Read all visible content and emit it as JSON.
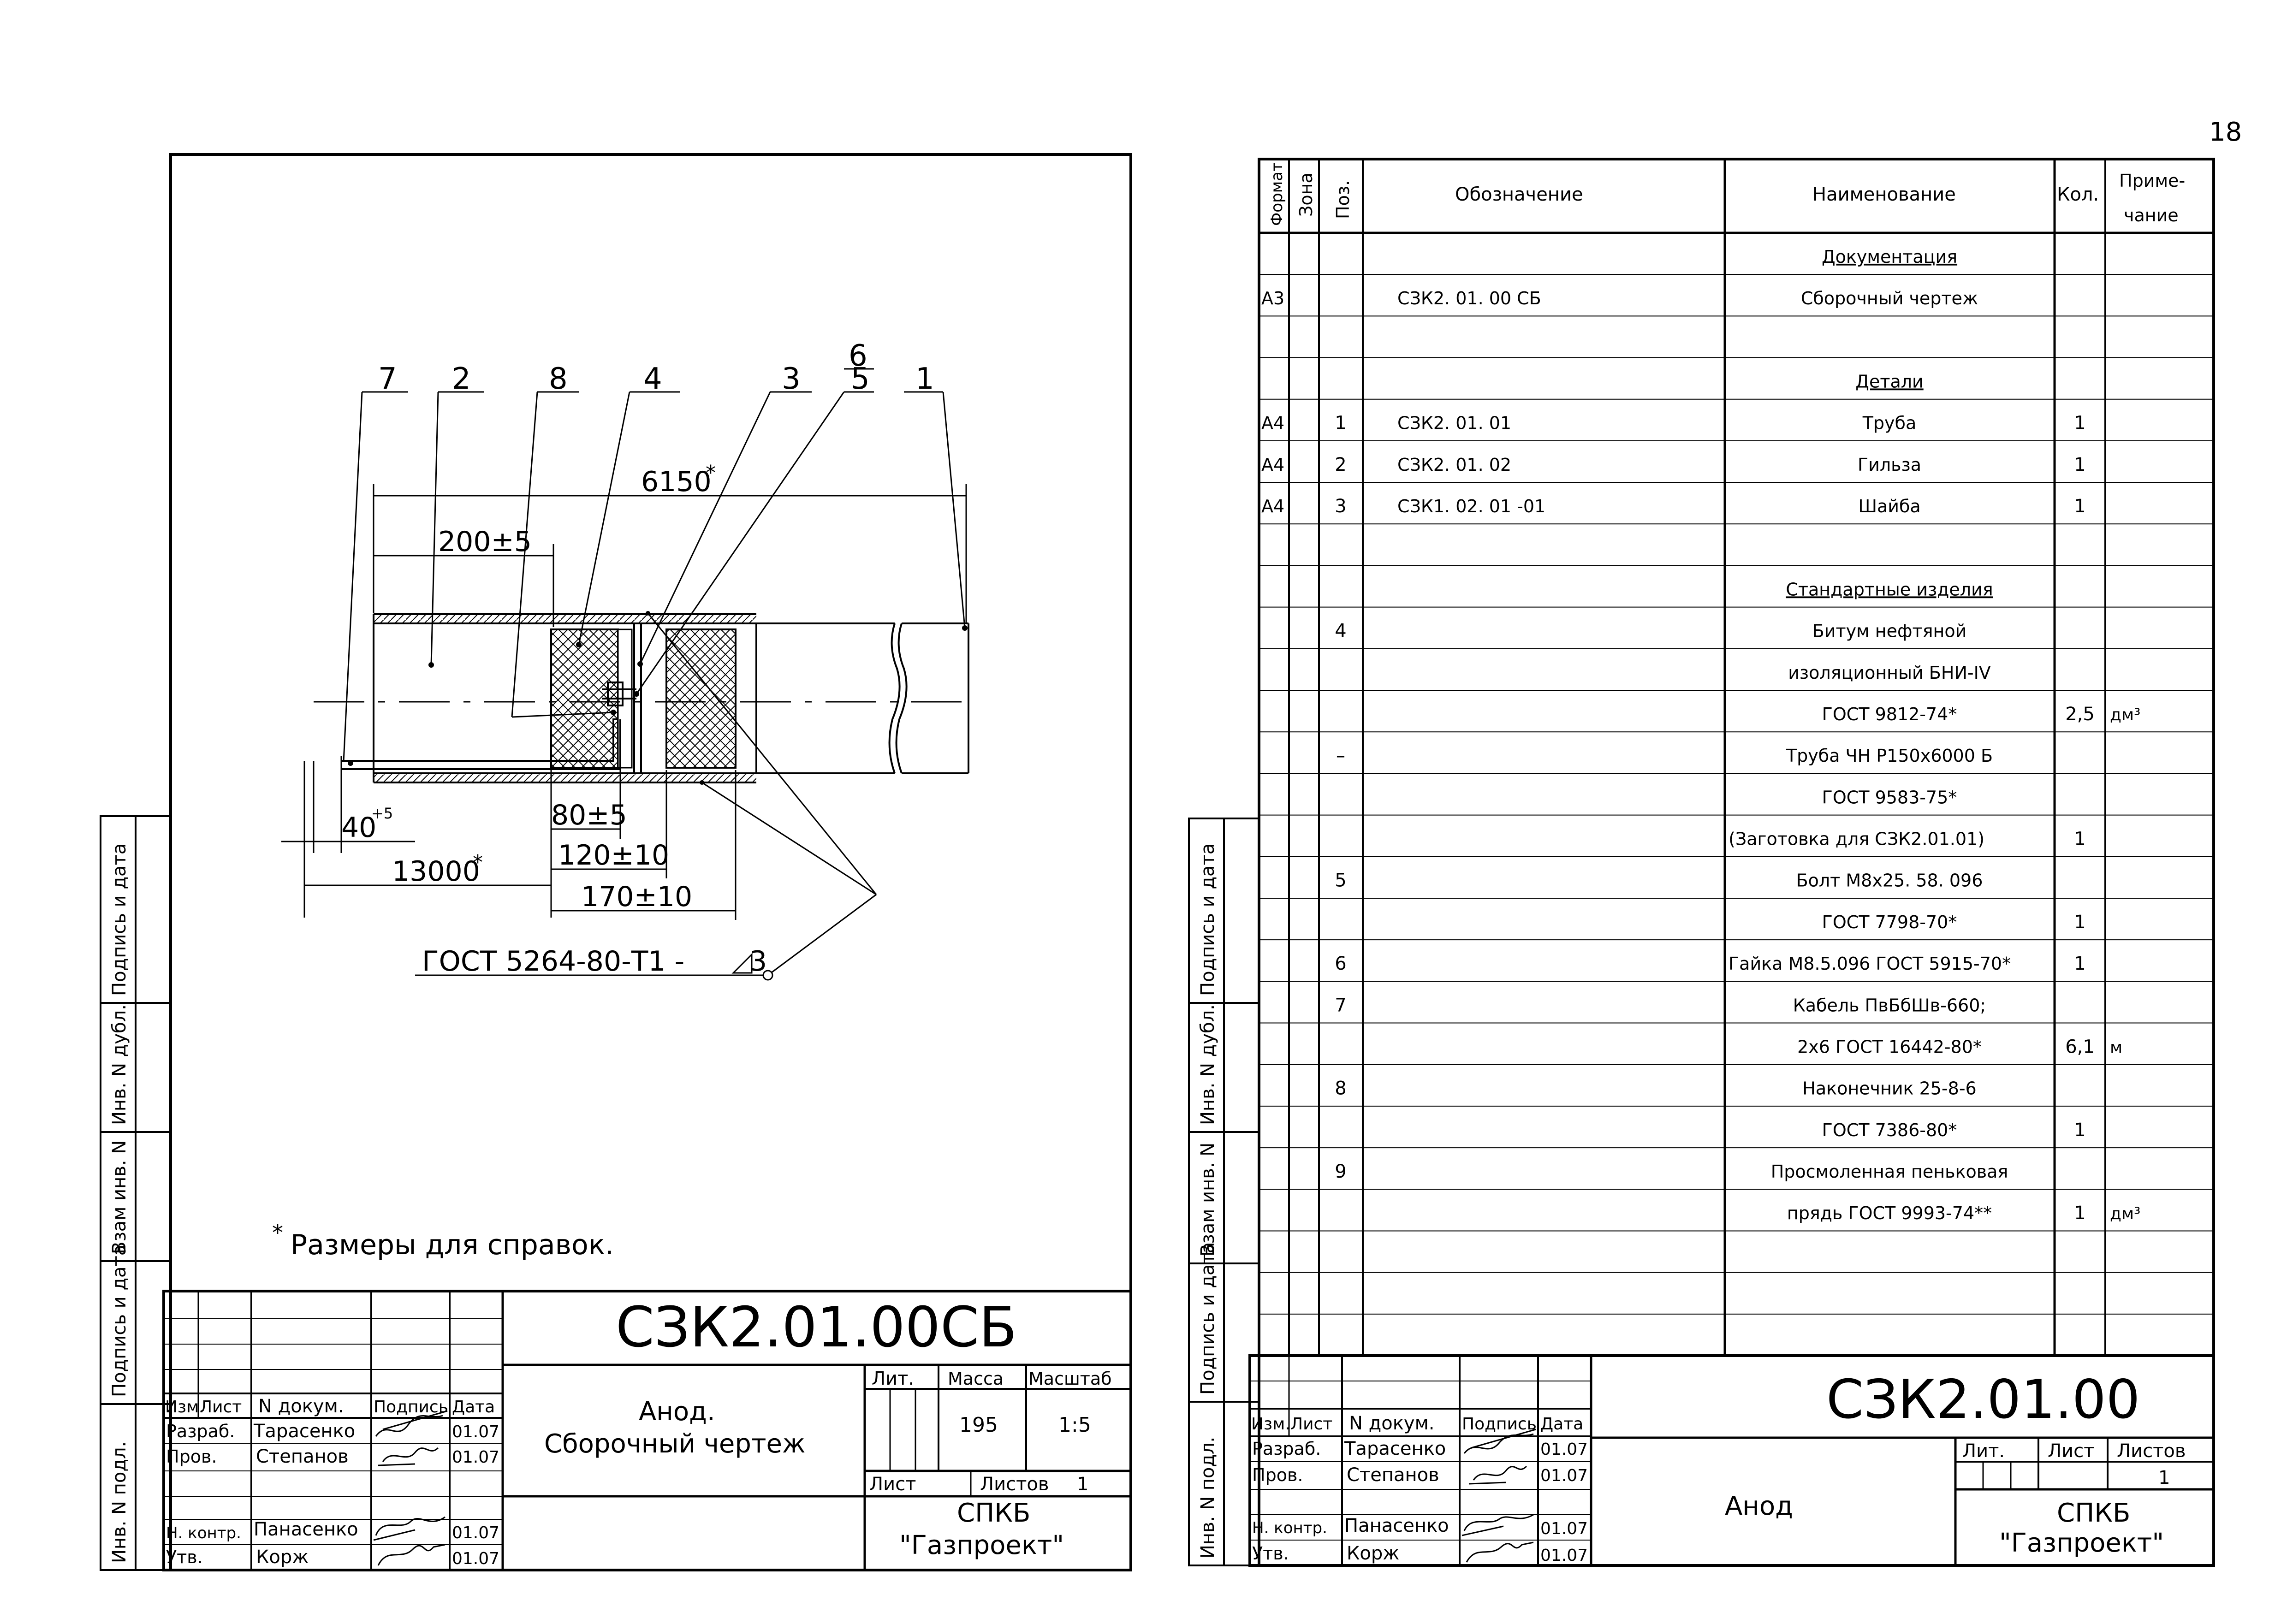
{
  "page_number": "18",
  "drawing": {
    "leaders": [
      "7",
      "2",
      "8",
      "4",
      "3",
      "6",
      "5",
      "1"
    ],
    "dimensions": {
      "total_length": "6150",
      "mark": "*",
      "offset": "200±5",
      "lead_length": "13000",
      "cable_end": "40",
      "cable_end_tol": "+5",
      "d80": "80±5",
      "d120": "120±10",
      "d170": "170±10"
    },
    "weld_note": "ГОСТ 5264-80-Т1 -",
    "weld_size": "3",
    "reference_note": "Размеры для справок."
  },
  "sheet1": {
    "designation": "СЗК2.01.00СБ",
    "title_line1": "Анод.",
    "title_line2": "Сборочный чертеж",
    "lit_label": "Лит.",
    "mass_label": "Масса",
    "scale_label": "Масштаб",
    "mass": "195",
    "scale": "1:5",
    "sheet_label": "Лист",
    "sheets_label": "Листов",
    "sheets_count": "1",
    "org_line1": "СПКБ",
    "org_line2": "\"Газпроект\""
  },
  "sheet2": {
    "designation": "СЗК2.01.00",
    "title": "Анод",
    "lit_label": "Лит.",
    "sheet_label": "Лист",
    "sheets_label": "Листов",
    "sheets_count": "1",
    "org_line1": "СПКБ",
    "org_line2": "\"Газпроект\""
  },
  "title_block": {
    "header": [
      "Изм.",
      "Лист",
      "N докум.",
      "Подпись",
      "Дата"
    ],
    "rows": [
      {
        "role": "Разраб.",
        "name": "Тарасенко",
        "date": "01.07"
      },
      {
        "role": "Пров.",
        "name": "Степанов",
        "date": "01.07"
      },
      {
        "role": "Н. контр.",
        "name": "Панасенко",
        "date": "01.07"
      },
      {
        "role": "Утв.",
        "name": "Корж",
        "date": "01.07"
      }
    ]
  },
  "side_stamp": [
    "Инв. N подл.",
    "Подпись и дата",
    "Взам инв. N",
    "Инв. N дубл.",
    "Подпись и дата"
  ],
  "spec": {
    "headers": {
      "format": "Формат",
      "zone": "Зона",
      "pos": "Поз.",
      "designation": "Обозначение",
      "name": "Наименование",
      "qty": "Кол.",
      "note1": "Приме-",
      "note2": "чание"
    },
    "rows": [
      {
        "format": "",
        "pos": "",
        "designation": "",
        "name": "Документация",
        "qty": "",
        "note": "",
        "section": true
      },
      {
        "format": "А3",
        "pos": "",
        "designation": "СЗК2. 01. 00 СБ",
        "name": "Сборочный чертеж",
        "qty": "",
        "note": ""
      },
      {
        "format": "",
        "pos": "",
        "designation": "",
        "name": "",
        "qty": "",
        "note": ""
      },
      {
        "format": "",
        "pos": "",
        "designation": "",
        "name": "Детали",
        "qty": "",
        "note": "",
        "section": true
      },
      {
        "format": "А4",
        "pos": "1",
        "designation": "СЗК2. 01. 01",
        "name": "Труба",
        "qty": "1",
        "note": ""
      },
      {
        "format": "А4",
        "pos": "2",
        "designation": "СЗК2. 01. 02",
        "name": "Гильза",
        "qty": "1",
        "note": ""
      },
      {
        "format": "А4",
        "pos": "3",
        "designation": "СЗК1. 02. 01 -01",
        "name": "Шайба",
        "qty": "1",
        "note": ""
      },
      {
        "format": "",
        "pos": "",
        "designation": "",
        "name": "",
        "qty": "",
        "note": ""
      },
      {
        "format": "",
        "pos": "",
        "designation": "",
        "name": "Стандартные изделия",
        "qty": "",
        "note": "",
        "section": true
      },
      {
        "format": "",
        "pos": "4",
        "designation": "",
        "name": "Битум нефтяной",
        "qty": "",
        "note": ""
      },
      {
        "format": "",
        "pos": "",
        "designation": "",
        "name": "изоляционный БНИ-IV",
        "qty": "",
        "note": ""
      },
      {
        "format": "",
        "pos": "",
        "designation": "",
        "name": "ГОСТ 9812-74*",
        "qty": "2,5",
        "note": "дм³"
      },
      {
        "format": "",
        "pos": "–",
        "designation": "",
        "name": "Труба ЧН Р150х6000 Б",
        "qty": "",
        "note": ""
      },
      {
        "format": "",
        "pos": "",
        "designation": "",
        "name": "ГОСТ 9583-75*",
        "qty": "",
        "note": ""
      },
      {
        "format": "",
        "pos": "",
        "designation": "",
        "name": "(Заготовка для СЗК2.01.01)",
        "qty": "1",
        "note": ""
      },
      {
        "format": "",
        "pos": "5",
        "designation": "",
        "name": "Болт М8х25. 58. 096",
        "qty": "",
        "note": ""
      },
      {
        "format": "",
        "pos": "",
        "designation": "",
        "name": "ГОСТ 7798-70*",
        "qty": "1",
        "note": ""
      },
      {
        "format": "",
        "pos": "6",
        "designation": "",
        "name": "Гайка М8.5.096 ГОСТ 5915-70*",
        "qty": "1",
        "note": ""
      },
      {
        "format": "",
        "pos": "7",
        "designation": "",
        "name": "Кабель ПвБбШв-660;",
        "qty": "",
        "note": ""
      },
      {
        "format": "",
        "pos": "",
        "designation": "",
        "name": "2х6 ГОСТ 16442-80*",
        "qty": "6,1",
        "note": "м"
      },
      {
        "format": "",
        "pos": "8",
        "designation": "",
        "name": "Наконечник 25-8-6",
        "qty": "",
        "note": ""
      },
      {
        "format": "",
        "pos": "",
        "designation": "",
        "name": "ГОСТ 7386-80*",
        "qty": "1",
        "note": ""
      },
      {
        "format": "",
        "pos": "9",
        "designation": "",
        "name": "Просмоленная пеньковая",
        "qty": "",
        "note": ""
      },
      {
        "format": "",
        "pos": "",
        "designation": "",
        "name": "прядь ГОСТ 9993-74**",
        "qty": "1",
        "note": "дм³"
      },
      {
        "format": "",
        "pos": "",
        "designation": "",
        "name": "",
        "qty": "",
        "note": ""
      },
      {
        "format": "",
        "pos": "",
        "designation": "",
        "name": "",
        "qty": "",
        "note": ""
      },
      {
        "format": "",
        "pos": "",
        "designation": "",
        "name": "",
        "qty": "",
        "note": ""
      }
    ]
  }
}
